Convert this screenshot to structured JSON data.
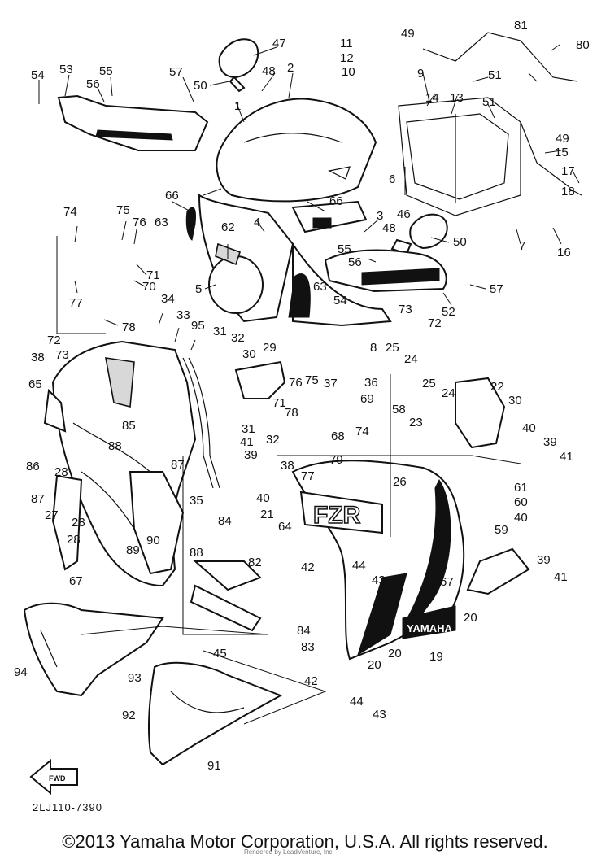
{
  "diagram": {
    "drawing_code": "2LJ110-7390",
    "copyright": "©2013 Yamaha Motor Corporation, U.S.A. All rights reserved.",
    "watermark": "Rendered by LeadVenture, Inc.",
    "fwd_label": "FWD",
    "decal_fzr": "FZR",
    "decal_yamaha": "YAMAHA",
    "callouts": [
      "1",
      "2",
      "3",
      "4",
      "5",
      "6",
      "7",
      "8",
      "9",
      "10",
      "11",
      "12",
      "13",
      "14",
      "15",
      "16",
      "17",
      "18",
      "19",
      "20",
      "21",
      "22",
      "23",
      "24",
      "25",
      "26",
      "27",
      "28",
      "29",
      "30",
      "31",
      "32",
      "33",
      "34",
      "35",
      "36",
      "37",
      "38",
      "39",
      "40",
      "41",
      "42",
      "43",
      "44",
      "45",
      "46",
      "47",
      "48",
      "49",
      "50",
      "51",
      "52",
      "53",
      "54",
      "55",
      "56",
      "57",
      "58",
      "59",
      "60",
      "61",
      "62",
      "63",
      "64",
      "65",
      "66",
      "67",
      "68",
      "69",
      "70",
      "71",
      "72",
      "73",
      "74",
      "75",
      "76",
      "77",
      "78",
      "79",
      "80",
      "81",
      "82",
      "83",
      "84",
      "85",
      "86",
      "87",
      "88",
      "89",
      "90",
      "91",
      "92",
      "93",
      "94",
      "95"
    ]
  }
}
